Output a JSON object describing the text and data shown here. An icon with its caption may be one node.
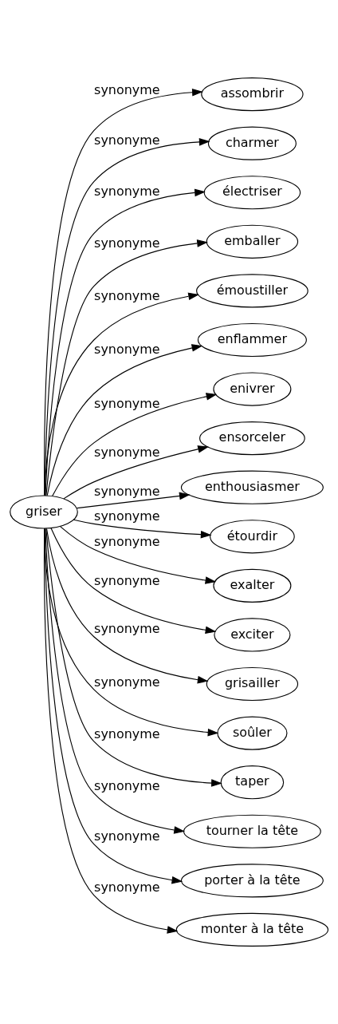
{
  "diagram": {
    "nodes": [
      {
        "text": [
          "griser"
        ]
      },
      {
        "text": [
          "assombrir"
        ]
      },
      {
        "text": [
          "charmer"
        ]
      },
      {
        "text": [
          "électriser"
        ]
      },
      {
        "text": [
          "emballer"
        ]
      },
      {
        "text": [
          "émoustiller"
        ]
      },
      {
        "text": [
          "enflammer"
        ]
      },
      {
        "text": [
          "enivrer"
        ]
      },
      {
        "text": [
          "ensorceler"
        ]
      },
      {
        "text": [
          "enthousiasmer"
        ]
      },
      {
        "text": [
          "étourdir"
        ]
      },
      {
        "text": [
          "exalter"
        ]
      },
      {
        "text": [
          "exciter"
        ]
      },
      {
        "text": [
          "grisailler"
        ]
      },
      {
        "text": [
          "soûler"
        ]
      },
      {
        "text": [
          "taper"
        ]
      },
      {
        "text": [
          "tourner la tête"
        ]
      },
      {
        "text": [
          "porter à la tête"
        ]
      },
      {
        "text": [
          "monter à la tête"
        ]
      }
    ],
    "edges": [
      {
        "from": 0,
        "to": 1,
        "arrow": "to",
        "label": "synonyme"
      },
      {
        "from": 0,
        "to": 2,
        "arrow": "to",
        "label": "synonyme"
      },
      {
        "from": 0,
        "to": 3,
        "arrow": "to",
        "label": "synonyme"
      },
      {
        "from": 0,
        "to": 4,
        "arrow": "to",
        "label": "synonyme"
      },
      {
        "from": 0,
        "to": 5,
        "arrow": "to",
        "label": "synonyme"
      },
      {
        "from": 0,
        "to": 6,
        "arrow": "to",
        "label": "synonyme"
      },
      {
        "from": 0,
        "to": 7,
        "arrow": "to",
        "label": "synonyme"
      },
      {
        "from": 0,
        "to": 8,
        "arrow": "to",
        "label": "synonyme"
      },
      {
        "from": 0,
        "to": 9,
        "arrow": "to",
        "label": "synonyme"
      },
      {
        "from": 0,
        "to": 10,
        "arrow": "to",
        "label": "synonyme"
      },
      {
        "from": 0,
        "to": 11,
        "arrow": "to",
        "label": "synonyme"
      },
      {
        "from": 0,
        "to": 12,
        "arrow": "to",
        "label": "synonyme"
      },
      {
        "from": 0,
        "to": 13,
        "arrow": "to",
        "label": "synonyme"
      },
      {
        "from": 0,
        "to": 14,
        "arrow": "to",
        "label": "synonyme"
      },
      {
        "from": 0,
        "to": 15,
        "arrow": "to",
        "label": "synonyme"
      },
      {
        "from": 0,
        "to": 16,
        "arrow": "to",
        "label": "synonyme"
      },
      {
        "from": 0,
        "to": 17,
        "arrow": "to",
        "label": "synonyme"
      },
      {
        "from": 0,
        "to": 18,
        "arrow": "to",
        "label": "synonyme"
      }
    ]
  }
}
